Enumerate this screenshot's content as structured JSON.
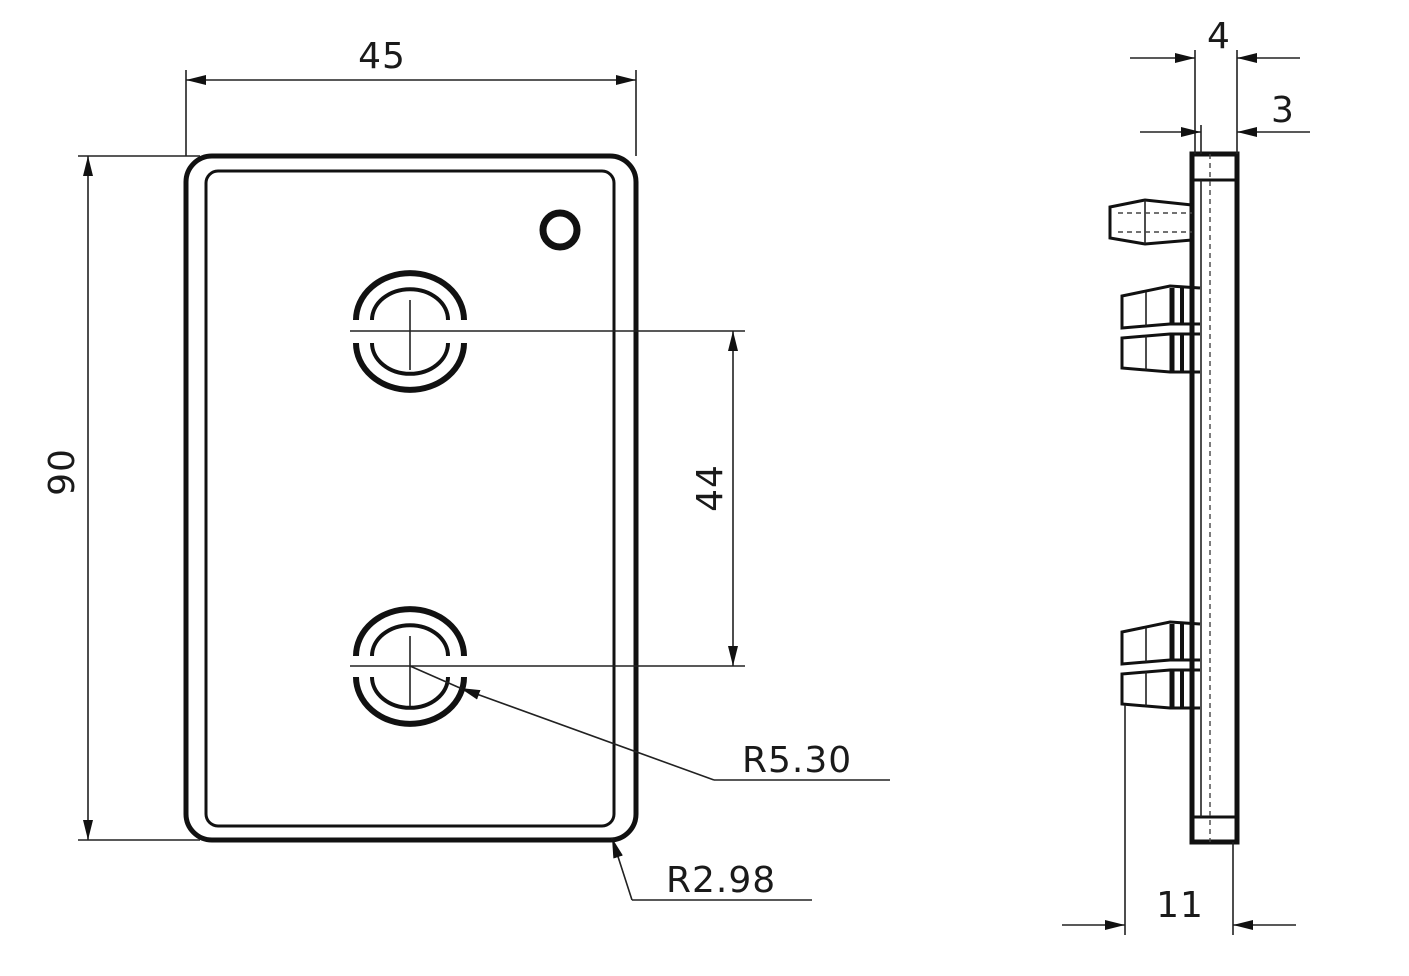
{
  "dimensions": {
    "width": "45",
    "height": "90",
    "hole_spacing": "44",
    "hole_radius": "R5.30",
    "corner_radius": "R2.98",
    "side_total": "4",
    "side_plate": "3",
    "side_depth": "11"
  }
}
